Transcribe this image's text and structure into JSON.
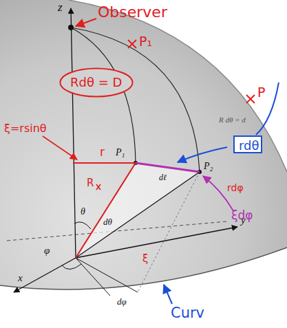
{
  "diagram": {
    "nodes": [
      {
        "text": [
          "Rdθ = D"
        ]
      },
      {
        "text": [
          "rdθ"
        ]
      }
    ],
    "labels": [
      "z",
      "Observer",
      "P₁",
      "P",
      "R dθ = d",
      "ξ=rsinθ",
      "r",
      "R",
      "P₁",
      "P₂",
      "dℓ",
      "θ",
      "dθ",
      "rdφ",
      "ξdφ",
      "x",
      "φ",
      "ξ",
      "dφ",
      "y",
      "Curv"
    ]
  }
}
